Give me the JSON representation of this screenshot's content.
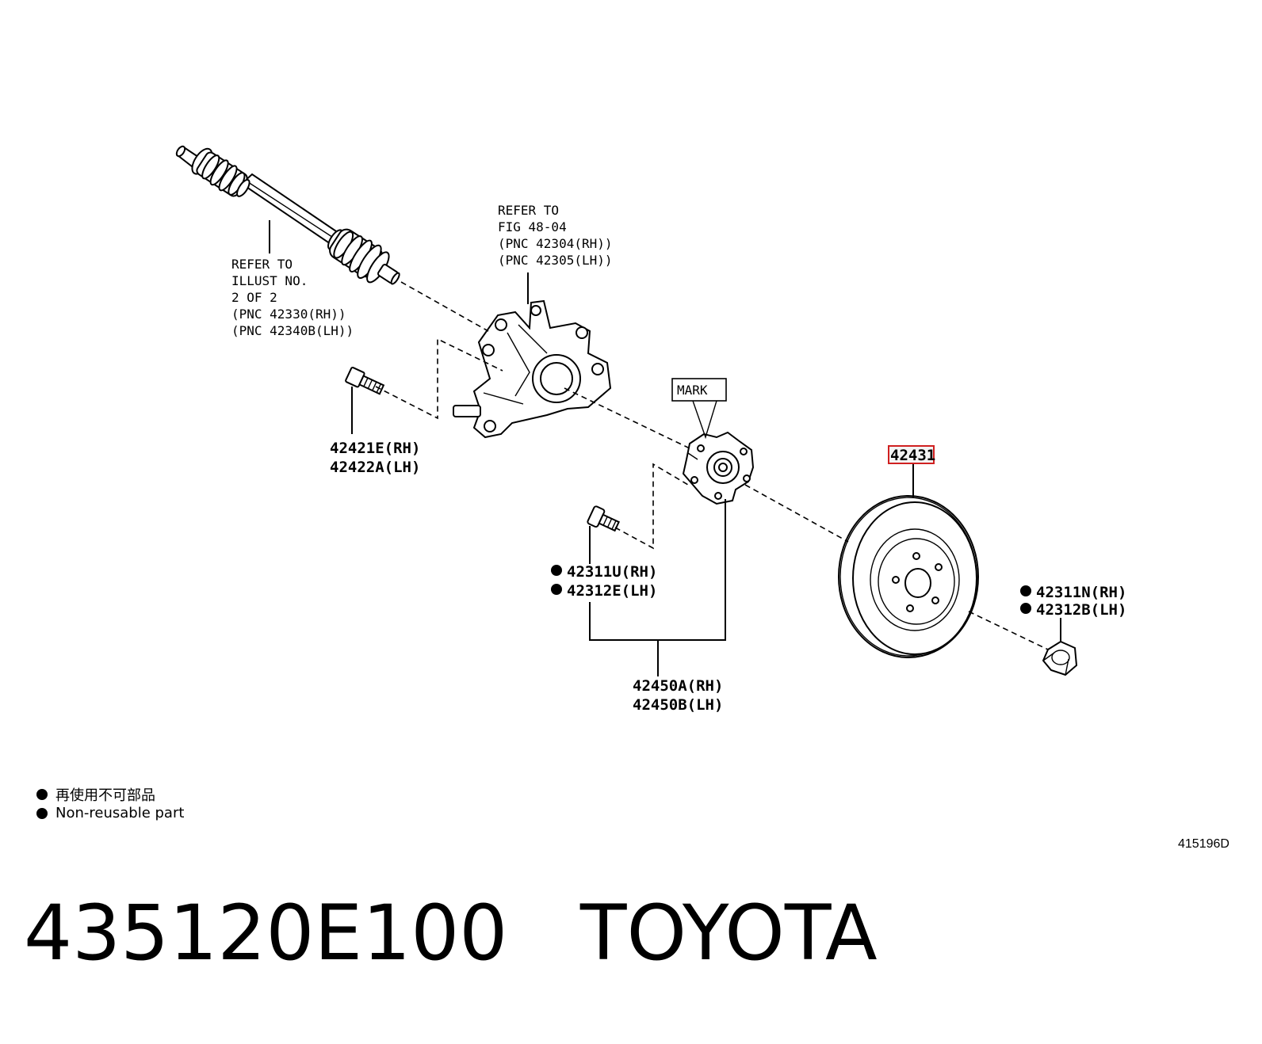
{
  "labels": {
    "drive_shaft_ref": [
      "REFER TO",
      "ILLUST NO.",
      "2 OF 2",
      "(PNC 42330(RH))",
      "(PNC 42340B(LH))"
    ],
    "knuckle_ref": [
      "REFER TO",
      "FIG 48-04",
      "(PNC 42304(RH))",
      "(PNC 42305(LH))"
    ],
    "bolt": [
      "42421E(RH)",
      "42422A(LH)"
    ],
    "mark": "MARK",
    "hub_bolt": [
      "42311U(RH)",
      "42312E(LH)"
    ],
    "hub_assy": [
      "42450A(RH)",
      "42450B(LH)"
    ],
    "disc": "42431",
    "nut": [
      "42311N(RH)",
      "42312B(LH)"
    ]
  },
  "highlight_color": "#d02020",
  "legend": {
    "line1": "再使用不可部品",
    "line2": "Non-reusable part"
  },
  "figure_id": "415196D",
  "caption": {
    "part_number": "435120E100",
    "brand": "TOYOTA"
  }
}
